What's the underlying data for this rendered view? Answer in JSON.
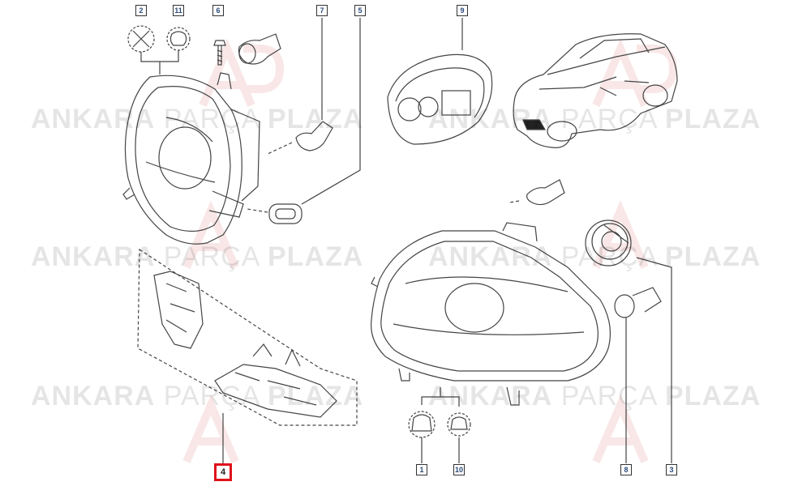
{
  "callouts": {
    "c1": "1",
    "c2": "2",
    "c3": "3",
    "c4": "4",
    "c5": "5",
    "c6": "6",
    "c7": "7",
    "c8": "8",
    "c9": "9",
    "c10": "10",
    "c11": "11"
  },
  "watermark": {
    "part1": "ANKARA",
    "part2": "PARÇA",
    "part3": "PLAZA"
  },
  "colors": {
    "line": "#444444",
    "highlight": "#e0121b",
    "callout_text": "#2a4a7a"
  }
}
